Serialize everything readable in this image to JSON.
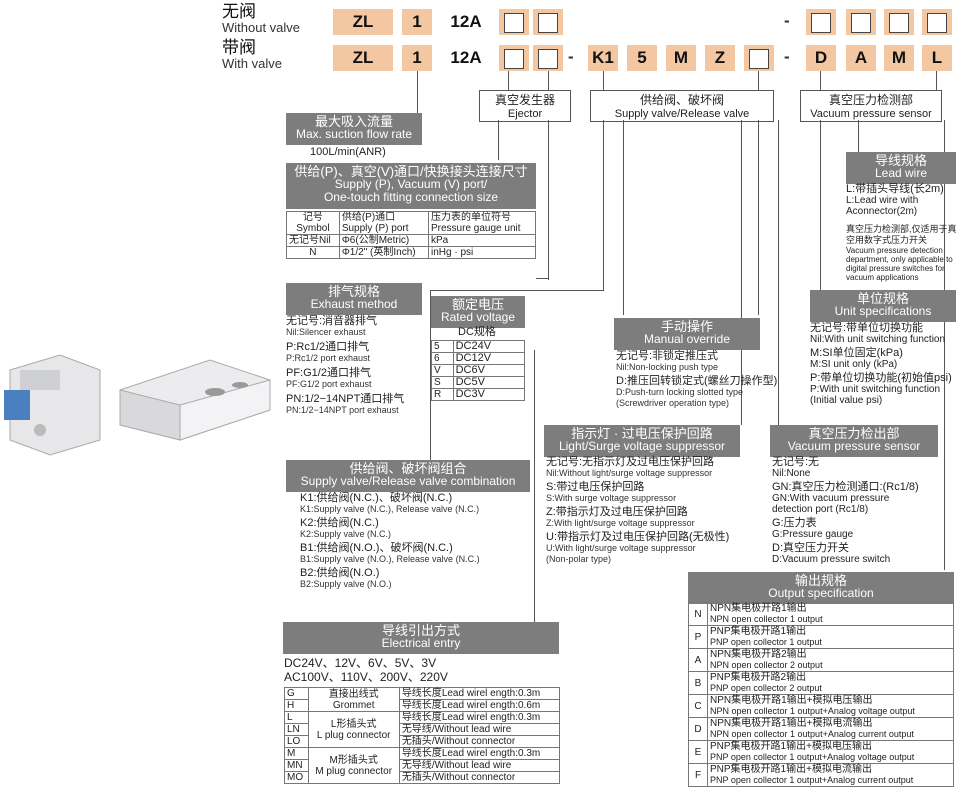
{
  "rows": {
    "row1": {
      "cn": "无阀",
      "en": "Without valve"
    },
    "row2": {
      "cn": "带阀",
      "en": "With valve"
    }
  },
  "codes": {
    "zl": "ZL",
    "one": "1",
    "size": "12A",
    "k1": "K1",
    "five": "5",
    "m": "M",
    "z": "Z",
    "d": "D",
    "a": "A",
    "m2": "M",
    "l": "L",
    "dash": "-"
  },
  "labels": {
    "ejector": {
      "cn": "真空发生器",
      "en": "Ejector"
    },
    "supply": {
      "cn": "供给阀、破坏阀",
      "en": "Supply valve/Release valve"
    },
    "sensor": {
      "cn": "真空压力检测部",
      "en": "Vacuum pressure sensor"
    }
  },
  "suction": {
    "cn": "最大吸入流量",
    "en": "Max. suction flow rate",
    "value": "100L/min(ANR)"
  },
  "port": {
    "cn": "供给(P)、真空(V)通口/快换接头连接尺寸",
    "en1": "Supply (P), Vacuum (V) port/",
    "en2": "One-touch fitting connection size",
    "headers": [
      {
        "cn": "记号",
        "en": "Symbol"
      },
      {
        "cn": "供给(P)通口",
        "en": "Supply (P) port"
      },
      {
        "cn": "压力表的单位符号",
        "en": "Pressure gauge unit"
      }
    ],
    "rows": [
      {
        "sym": "无记号Nil",
        "port": "Φ6(公制Metric)",
        "unit": "kPa"
      },
      {
        "sym": "N",
        "port": "Φ1/2\" (英制Inch)",
        "unit": "inHg · psi"
      }
    ]
  },
  "exhaust": {
    "cn": "排气规格",
    "en": "Exhaust method",
    "items": [
      {
        "cn": "无记号:消音器排气",
        "en": "Nil:Silencer exhaust"
      },
      {
        "cn": "P:Rc1/2通口排气",
        "en": "P:Rc1/2 port exhaust"
      },
      {
        "cn": "PF:G1/2通口排气",
        "en": "PF:G1/2 port exhaust"
      },
      {
        "cn": "PN:1/2−14NPT通口排气",
        "en": "PN:1/2−14NPT port exhaust"
      }
    ]
  },
  "voltage": {
    "cn": "额定电压",
    "en": "Rated voltage",
    "sub": "DC规格",
    "rows": [
      {
        "k": "5",
        "v": "DC24V"
      },
      {
        "k": "6",
        "v": "DC12V"
      },
      {
        "k": "V",
        "v": "DC6V"
      },
      {
        "k": "S",
        "v": "DC5V"
      },
      {
        "k": "R",
        "v": "DC3V"
      }
    ]
  },
  "manual": {
    "cn": "手动操作",
    "en": "Manual override",
    "items": [
      {
        "cn": "无记号:非锁定推压式",
        "en": "Nil:Non-locking push type"
      },
      {
        "cn": "D:推压回转锁定式(螺丝刀操作型)",
        "en": "D:Push-turn locking slotted type",
        "en2": "(Screwdriver operation type)"
      }
    ]
  },
  "combo": {
    "cn": "供给阀、破坏阀组合",
    "en": "Supply valve/Release valve combination",
    "items": [
      {
        "cn": "K1:供给阀(N.C.)、破坏阀(N.C.)",
        "en": "K1:Supply valve (N.C.), Release valve (N.C.)"
      },
      {
        "cn": "K2:供给阀(N.C.)",
        "en": "K2:Supply valve (N.C.)"
      },
      {
        "cn": "B1:供给阀(N.O.)、破坏阀(N.C.)",
        "en": "B1:Supply valve (N.O.), Release valve (N.C.)"
      },
      {
        "cn": "B2:供给阀(N.O.)",
        "en": "B2:Supply valve (N.O.)"
      }
    ]
  },
  "light": {
    "cn": "指示灯 · 过电压保护回路",
    "en": "Light/Surge voltage suppressor",
    "items": [
      {
        "cn": "无记号:无指示灯及过电压保护回路",
        "en": "Nil:Without light/surge voltage suppressor"
      },
      {
        "cn": "S:带过电压保护回路",
        "en": "S:With surge voltage suppressor"
      },
      {
        "cn": "Z:带指示灯及过电压保护回路",
        "en": "Z:With light/surge voltage suppressor"
      },
      {
        "cn": "U:带指示灯及过电压保护回路(无极性)",
        "en": "U:With light/surge voltage suppressor",
        "en2": "(Non-polar type)"
      }
    ]
  },
  "lead": {
    "cn": "导线规格",
    "en": "Lead wire",
    "items": [
      {
        "cn": "L:带插头导线(长2m)",
        "en": "L:Lead wire with",
        "en2": "Aconnector(2m)"
      }
    ],
    "note_cn": "真空压力检测部,仅适用于真空用数字式压力开关",
    "note_en": "Vacuum pressure detection department, only applicable to digital pressure switches for vacuum applications"
  },
  "unit": {
    "cn": "单位规格",
    "en": "Unit specifications",
    "items": [
      {
        "cn": "无记号:带单位切换功能",
        "en": "Nil:With unit switching function"
      },
      {
        "cn": "M:SI单位固定(kPa)",
        "en": "M:SI unit only (kPa)"
      },
      {
        "cn": "P:带单位切换功能(初始值psi)",
        "en": "P:With unit switching function",
        "en2": "(Initial value psi)"
      }
    ]
  },
  "detect": {
    "cn": "真空压力检出部",
    "en": "Vacuum pressure sensor",
    "items": [
      {
        "cn": "无记号:无",
        "en": "Nil:None"
      },
      {
        "cn": "GN:真空压力检测通口:(Rc1/8)",
        "en": "GN:With vacuum pressure",
        "en2": "detection port (Rc1/8)"
      },
      {
        "cn": "G:压力表",
        "en": "G:Pressure gauge"
      },
      {
        "cn": "D:真空压力开关",
        "en": "D:Vacuum pressure switch"
      }
    ]
  },
  "electrical": {
    "cn": "导线引出方式",
    "en": "Electrical entry",
    "volt1": "DC24V、12V、6V、5V、3V",
    "volt2": "AC100V、110V、200V、220V",
    "groups": [
      {
        "name_cn": "直接出线式",
        "name_en": "Grommet",
        "rows": [
          {
            "k": "G",
            "v_cn": "导线长度",
            "v_en": "Lead wirel ength:0.3m"
          },
          {
            "k": "H",
            "v_cn": "导线长度",
            "v_en": "Lead wirel ength:0.6m"
          }
        ]
      },
      {
        "name_cn": "L形插头式",
        "name_en": "L plug connector",
        "rows": [
          {
            "k": "L",
            "v_cn": "导线长度",
            "v_en": "Lead wirel ength:0.3m"
          },
          {
            "k": "LN",
            "v_cn": "无导线",
            "v_en": "/Without lead wire"
          },
          {
            "k": "LO",
            "v_cn": "无插头",
            "v_en": "/Without connector"
          }
        ]
      },
      {
        "name_cn": "M形插头式",
        "name_en": "M plug connector",
        "rows": [
          {
            "k": "M",
            "v_cn": "导线长度",
            "v_en": "Lead wirel ength:0.3m"
          },
          {
            "k": "MN",
            "v_cn": "无导线",
            "v_en": "/Without lead wire"
          },
          {
            "k": "MO",
            "v_cn": "无插头",
            "v_en": "/Without connector"
          }
        ]
      }
    ]
  },
  "output": {
    "cn": "输出规格",
    "en": "Output specification",
    "rows": [
      {
        "k": "N",
        "cn": "NPN集电极开路1输出",
        "en": "NPN open collector 1 output"
      },
      {
        "k": "P",
        "cn": "PNP集电极开路1输出",
        "en": "PNP open collector 1 output"
      },
      {
        "k": "A",
        "cn": "NPN集电极开路2输出",
        "en": "NPN open collector 2 output"
      },
      {
        "k": "B",
        "cn": "PNP集电极开路2输出",
        "en": "PNP open collector 2 output"
      },
      {
        "k": "C",
        "cn": "NPN集电极开路1输出+模拟电压输出",
        "en": "NPN open collector 1 output+Analog voltage output"
      },
      {
        "k": "D",
        "cn": "NPN集电极开路1输出+模拟电流输出",
        "en": "NPN open collector 1 output+Analog current output"
      },
      {
        "k": "E",
        "cn": "PNP集电极开路1输出+模拟电压输出",
        "en": "PNP open collector 1 output+Analog voltage output"
      },
      {
        "k": "F",
        "cn": "PNP集电极开路1输出+模拟电流输出",
        "en": "PNP open collector 1 output+Analog current output"
      }
    ]
  }
}
